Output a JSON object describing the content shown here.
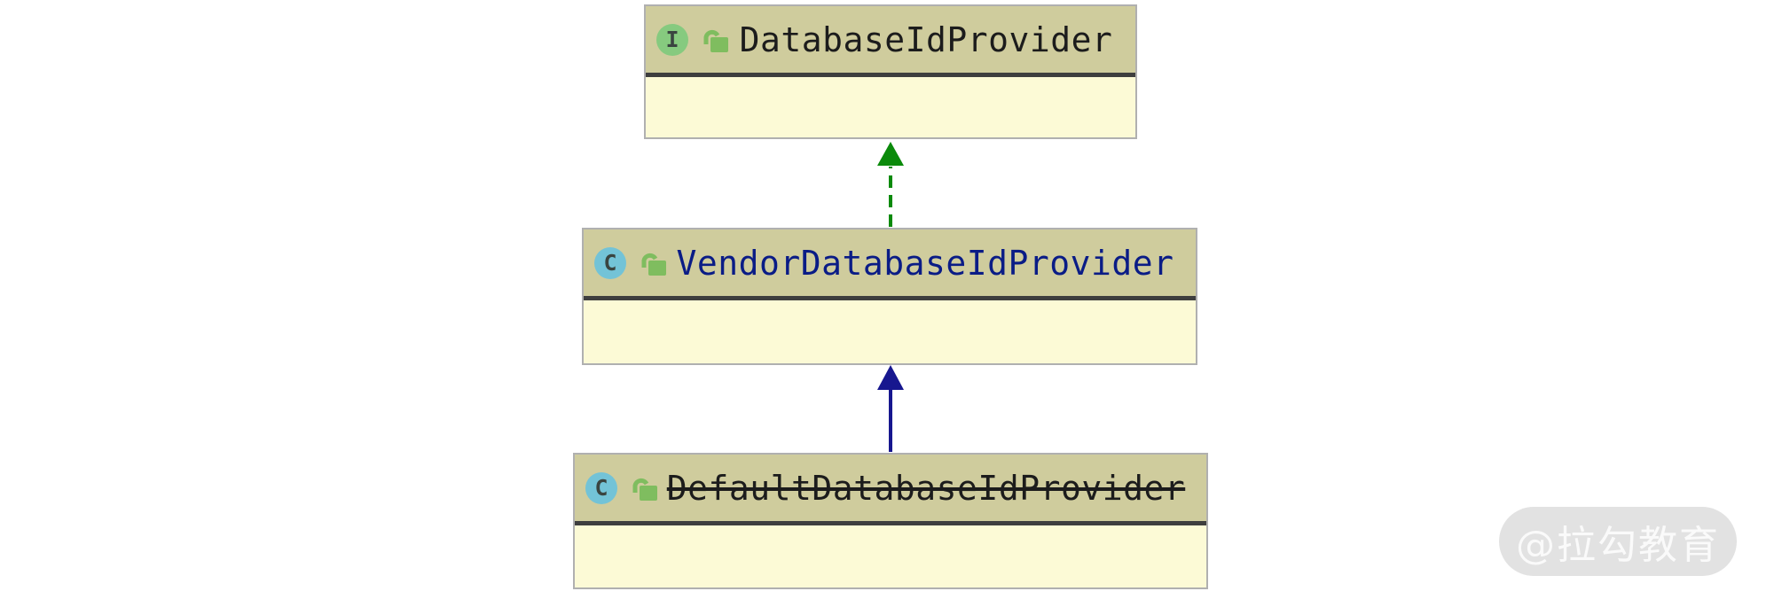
{
  "diagram": {
    "nodes": [
      {
        "id": "DatabaseIdProvider",
        "title": "DatabaseIdProvider",
        "kind": "interface",
        "badge_letter": "I",
        "visibility_icon": "unlocked-padlock",
        "deprecated": false,
        "title_color": "#1c1c1c"
      },
      {
        "id": "VendorDatabaseIdProvider",
        "title": "VendorDatabaseIdProvider",
        "kind": "class",
        "badge_letter": "C",
        "visibility_icon": "unlocked-padlock",
        "deprecated": false,
        "title_color": "#0a1c86"
      },
      {
        "id": "DefaultDatabaseIdProvider",
        "title": "DefaultDatabaseIdProvider",
        "kind": "class",
        "badge_letter": "C",
        "visibility_icon": "unlocked-padlock",
        "deprecated": true,
        "title_color": "#1c1c1c"
      }
    ],
    "edges": [
      {
        "from": "VendorDatabaseIdProvider",
        "to": "DatabaseIdProvider",
        "relation": "implements",
        "line_style": "dashed",
        "color": "#0b8a0b"
      },
      {
        "from": "DefaultDatabaseIdProvider",
        "to": "VendorDatabaseIdProvider",
        "relation": "extends",
        "line_style": "solid",
        "color": "#17178f"
      }
    ]
  },
  "watermark": {
    "text": "@拉勾教育"
  },
  "colors": {
    "canvas_bg": "#ffffff",
    "node_header_bg": "#cfcc9d",
    "node_body_bg": "#fcfad6",
    "node_border": "#b0b0b0",
    "node_divider": "#3e3e3e",
    "interface_badge_bg": "#86ca7f",
    "class_badge_bg": "#73c3d7",
    "badge_letter": "#3a4440",
    "lock_green": "#7fbd5f",
    "implements_arrow": "#0b8a0b",
    "extends_arrow": "#17178f",
    "watermark_bg": "#e2e2e2",
    "watermark_text": "#fafafa"
  }
}
